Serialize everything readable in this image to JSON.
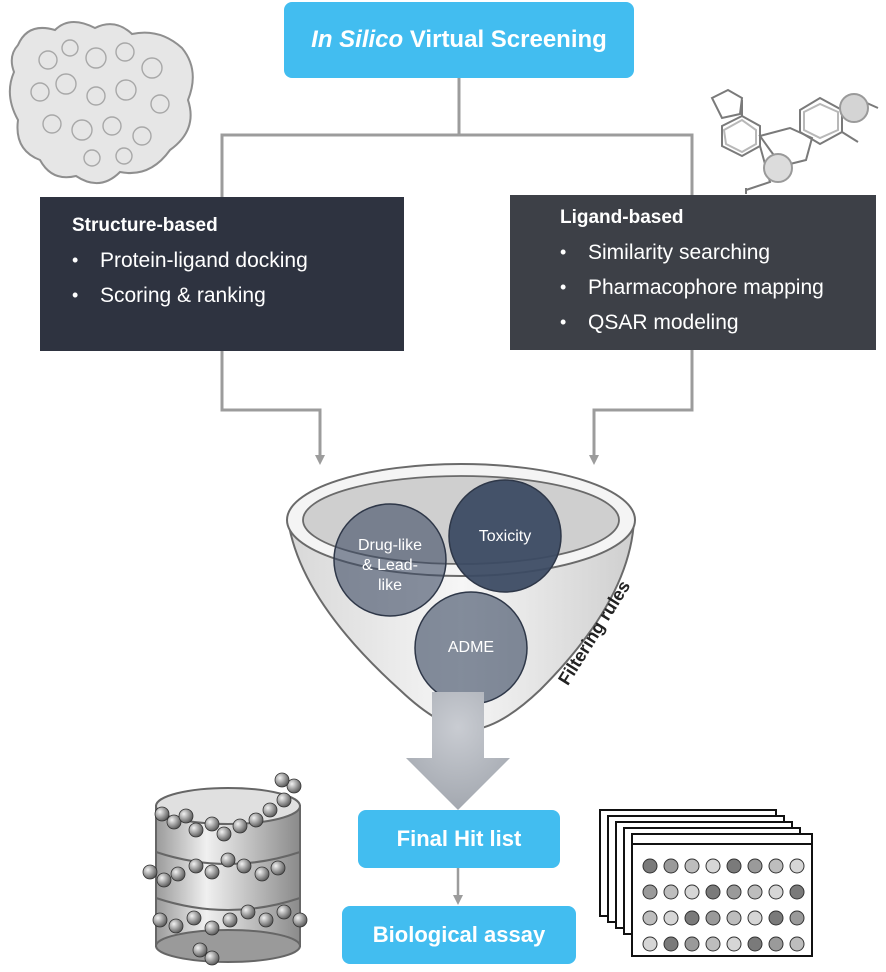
{
  "title": {
    "italic": "In Silico",
    "rest": " Virtual Screening"
  },
  "structure_box": {
    "heading": "Structure-based",
    "items": [
      "Protein-ligand docking",
      "Scoring & ranking"
    ]
  },
  "ligand_box": {
    "heading": "Ligand-based",
    "items": [
      "Similarity searching",
      "Pharmacophore mapping",
      "QSAR modeling"
    ]
  },
  "funnel": {
    "circles": [
      {
        "label": "Drug-like\n& Lead-\nlike"
      },
      {
        "label": "Toxicity"
      },
      {
        "label": "ADME"
      }
    ],
    "side_label": "Filtering rules"
  },
  "hit_list": "Final Hit list",
  "assay": "Biological assay",
  "colors": {
    "accent_blue": "#42bdf0",
    "dark_box": "#2e3340",
    "dark_box_2": "#3d4047",
    "connector": "#9c9c9c",
    "circle_fill": "#3c4a63"
  },
  "icons": [
    "protein-surface-icon",
    "ligand-molecule-icon",
    "compound-database-icon",
    "assay-plate-stack-icon"
  ]
}
